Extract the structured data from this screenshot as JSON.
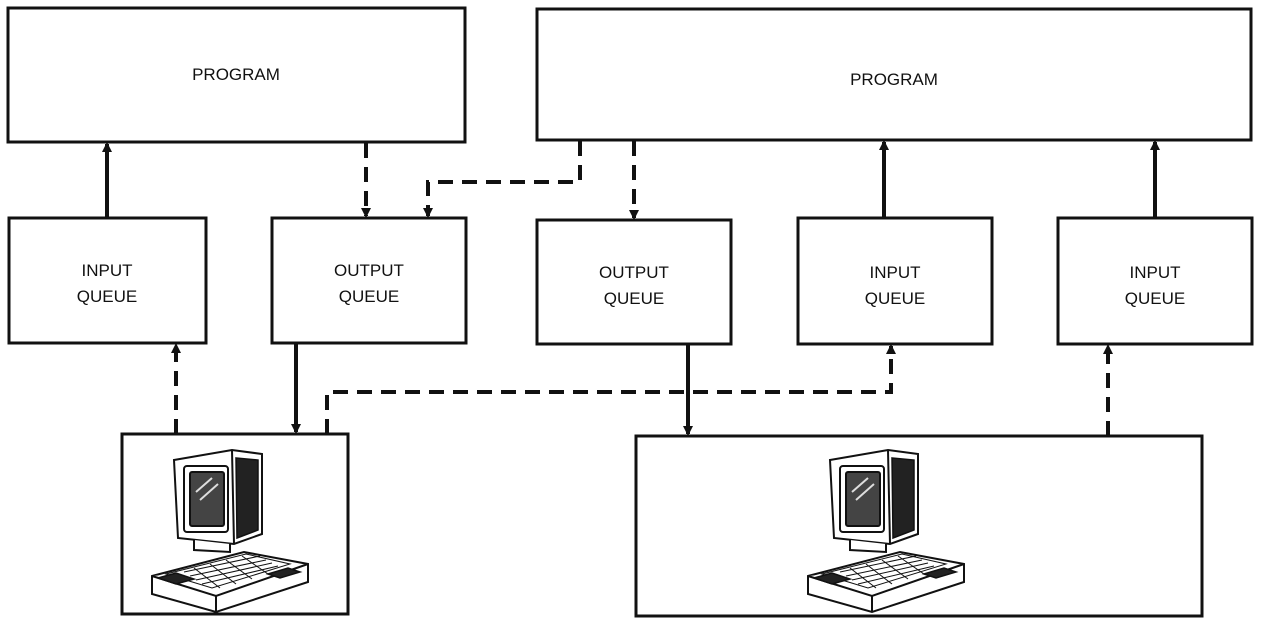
{
  "programs": [
    {
      "label": "PROGRAM"
    },
    {
      "label": "PROGRAM"
    }
  ],
  "queues": [
    {
      "line1": "INPUT",
      "line2": "QUEUE"
    },
    {
      "line1": "OUTPUT",
      "line2": "QUEUE"
    },
    {
      "line1": "OUTPUT",
      "line2": "QUEUE"
    },
    {
      "line1": "INPUT",
      "line2": "QUEUE"
    },
    {
      "line1": "INPUT",
      "line2": "QUEUE"
    }
  ],
  "terminals": [
    {
      "icon": "computer-terminal-icon"
    },
    {
      "icon": "computer-terminal-icon"
    }
  ]
}
